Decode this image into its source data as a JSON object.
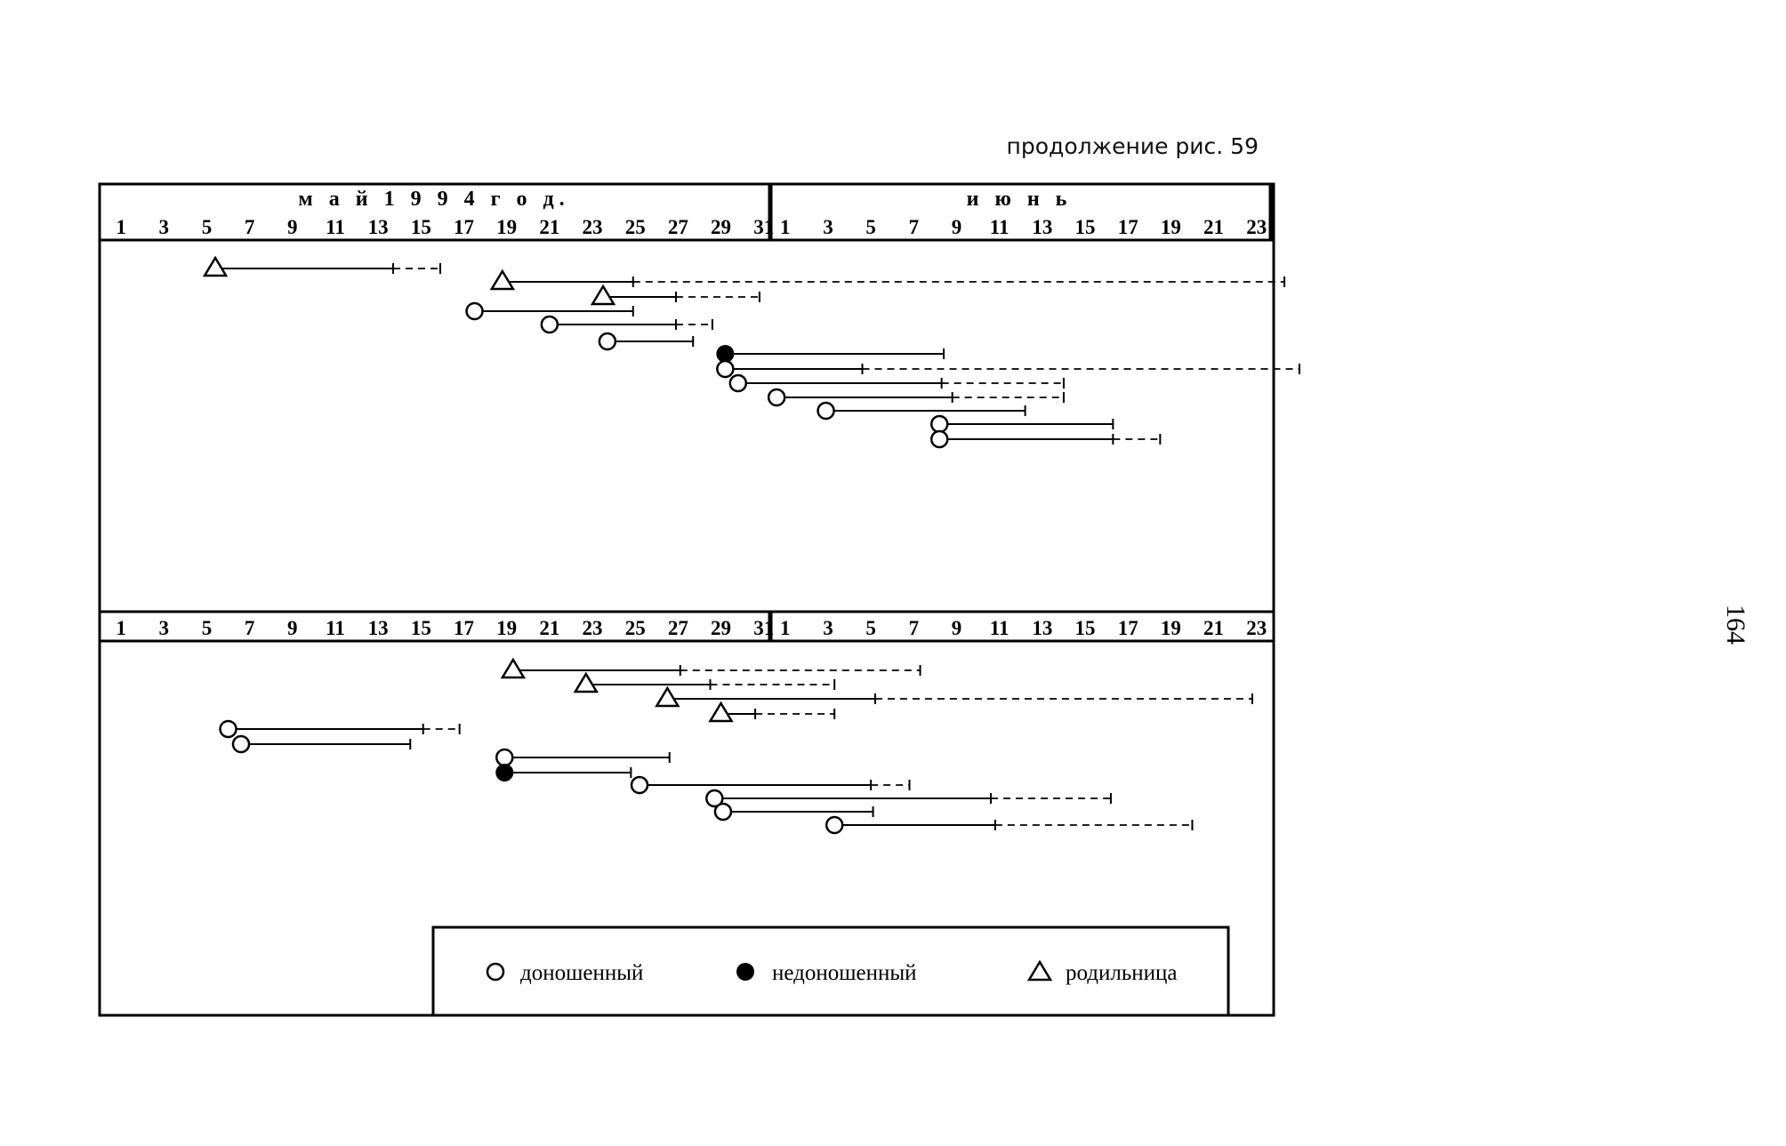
{
  "caption": "продолжение рис. 59",
  "page_number": "164",
  "legend": {
    "full_term": "доношенный",
    "premature": "недоношенный",
    "mother": "родильница"
  },
  "chart_data": {
    "type": "timeline",
    "months": [
      {
        "label": "м а й 1 9 9 4 г о д.",
        "days": 31
      },
      {
        "label": "и ю н ь",
        "days": 23
      }
    ],
    "tick_labels": [
      "1",
      "3",
      "5",
      "7",
      "9",
      "11",
      "13",
      "15",
      "17",
      "19",
      "21",
      "23",
      "25",
      "27",
      "29",
      "31",
      "1",
      "3",
      "5",
      "7",
      "9",
      "11",
      "13",
      "15",
      "17",
      "19",
      "21",
      "23"
    ],
    "tick_days": [
      1,
      3,
      5,
      7,
      9,
      11,
      13,
      15,
      17,
      19,
      21,
      23,
      25,
      27,
      29,
      31,
      32,
      34,
      36,
      38,
      40,
      42,
      44,
      46,
      48,
      50,
      52,
      54
    ],
    "day_range": [
      0,
      54.8
    ],
    "panels": [
      {
        "name": "top",
        "cases": [
          {
            "marker": "triangle",
            "start": 5.4,
            "solid_end": 13.7,
            "dashed_end": 15.9
          },
          {
            "marker": "triangle",
            "start": 18.8,
            "solid_end": 24.9,
            "dashed_end": 55.3
          },
          {
            "marker": "triangle",
            "start": 23.5,
            "solid_end": 26.9,
            "dashed_end": 30.8
          },
          {
            "marker": "circle",
            "start": 17.5,
            "solid_end": 24.9
          },
          {
            "marker": "circle",
            "start": 21.0,
            "solid_end": 26.9,
            "dashed_end": 28.6
          },
          {
            "marker": "circle",
            "start": 23.7,
            "solid_end": 27.7
          },
          {
            "marker": "dot",
            "start": 29.2,
            "solid_end": 39.4
          },
          {
            "marker": "circle",
            "start": 29.2,
            "solid_end": 35.6,
            "dashed_end": 56
          },
          {
            "marker": "circle",
            "start": 29.8,
            "solid_end": 39.3,
            "dashed_end": 45.0
          },
          {
            "marker": "circle",
            "start": 31.6,
            "solid_end": 39.8,
            "dashed_end": 45.0
          },
          {
            "marker": "circle",
            "start": 33.9,
            "solid_end": 43.2
          },
          {
            "marker": "circle",
            "start": 39.2,
            "solid_end": 47.3
          },
          {
            "marker": "circle",
            "start": 39.2,
            "solid_end": 47.3,
            "dashed_end": 49.5
          }
        ]
      },
      {
        "name": "bottom",
        "cases": [
          {
            "marker": "triangle",
            "start": 19.3,
            "solid_end": 27.1,
            "dashed_end": 38.3
          },
          {
            "marker": "triangle",
            "start": 22.7,
            "solid_end": 28.5,
            "dashed_end": 34.3
          },
          {
            "marker": "triangle",
            "start": 26.5,
            "solid_end": 36.2,
            "dashed_end": 53.8
          },
          {
            "marker": "triangle",
            "start": 29.0,
            "solid_end": 30.6,
            "dashed_end": 34.3
          },
          {
            "marker": "circle",
            "start": 6.0,
            "solid_end": 15.1,
            "dashed_end": 16.8
          },
          {
            "marker": "circle",
            "start": 6.6,
            "solid_end": 14.5
          },
          {
            "marker": "circle",
            "start": 18.9,
            "solid_end": 26.6
          },
          {
            "marker": "dot",
            "start": 18.9,
            "solid_end": 24.8
          },
          {
            "marker": "circle",
            "start": 25.2,
            "solid_end": 36.0,
            "dashed_end": 37.8
          },
          {
            "marker": "circle",
            "start": 28.7,
            "solid_end": 41.6,
            "dashed_end": 47.2
          },
          {
            "marker": "circle",
            "start": 29.1,
            "solid_end": 36.1
          },
          {
            "marker": "circle",
            "start": 34.3,
            "solid_end": 41.8,
            "dashed_end": 51.0
          }
        ]
      }
    ]
  }
}
